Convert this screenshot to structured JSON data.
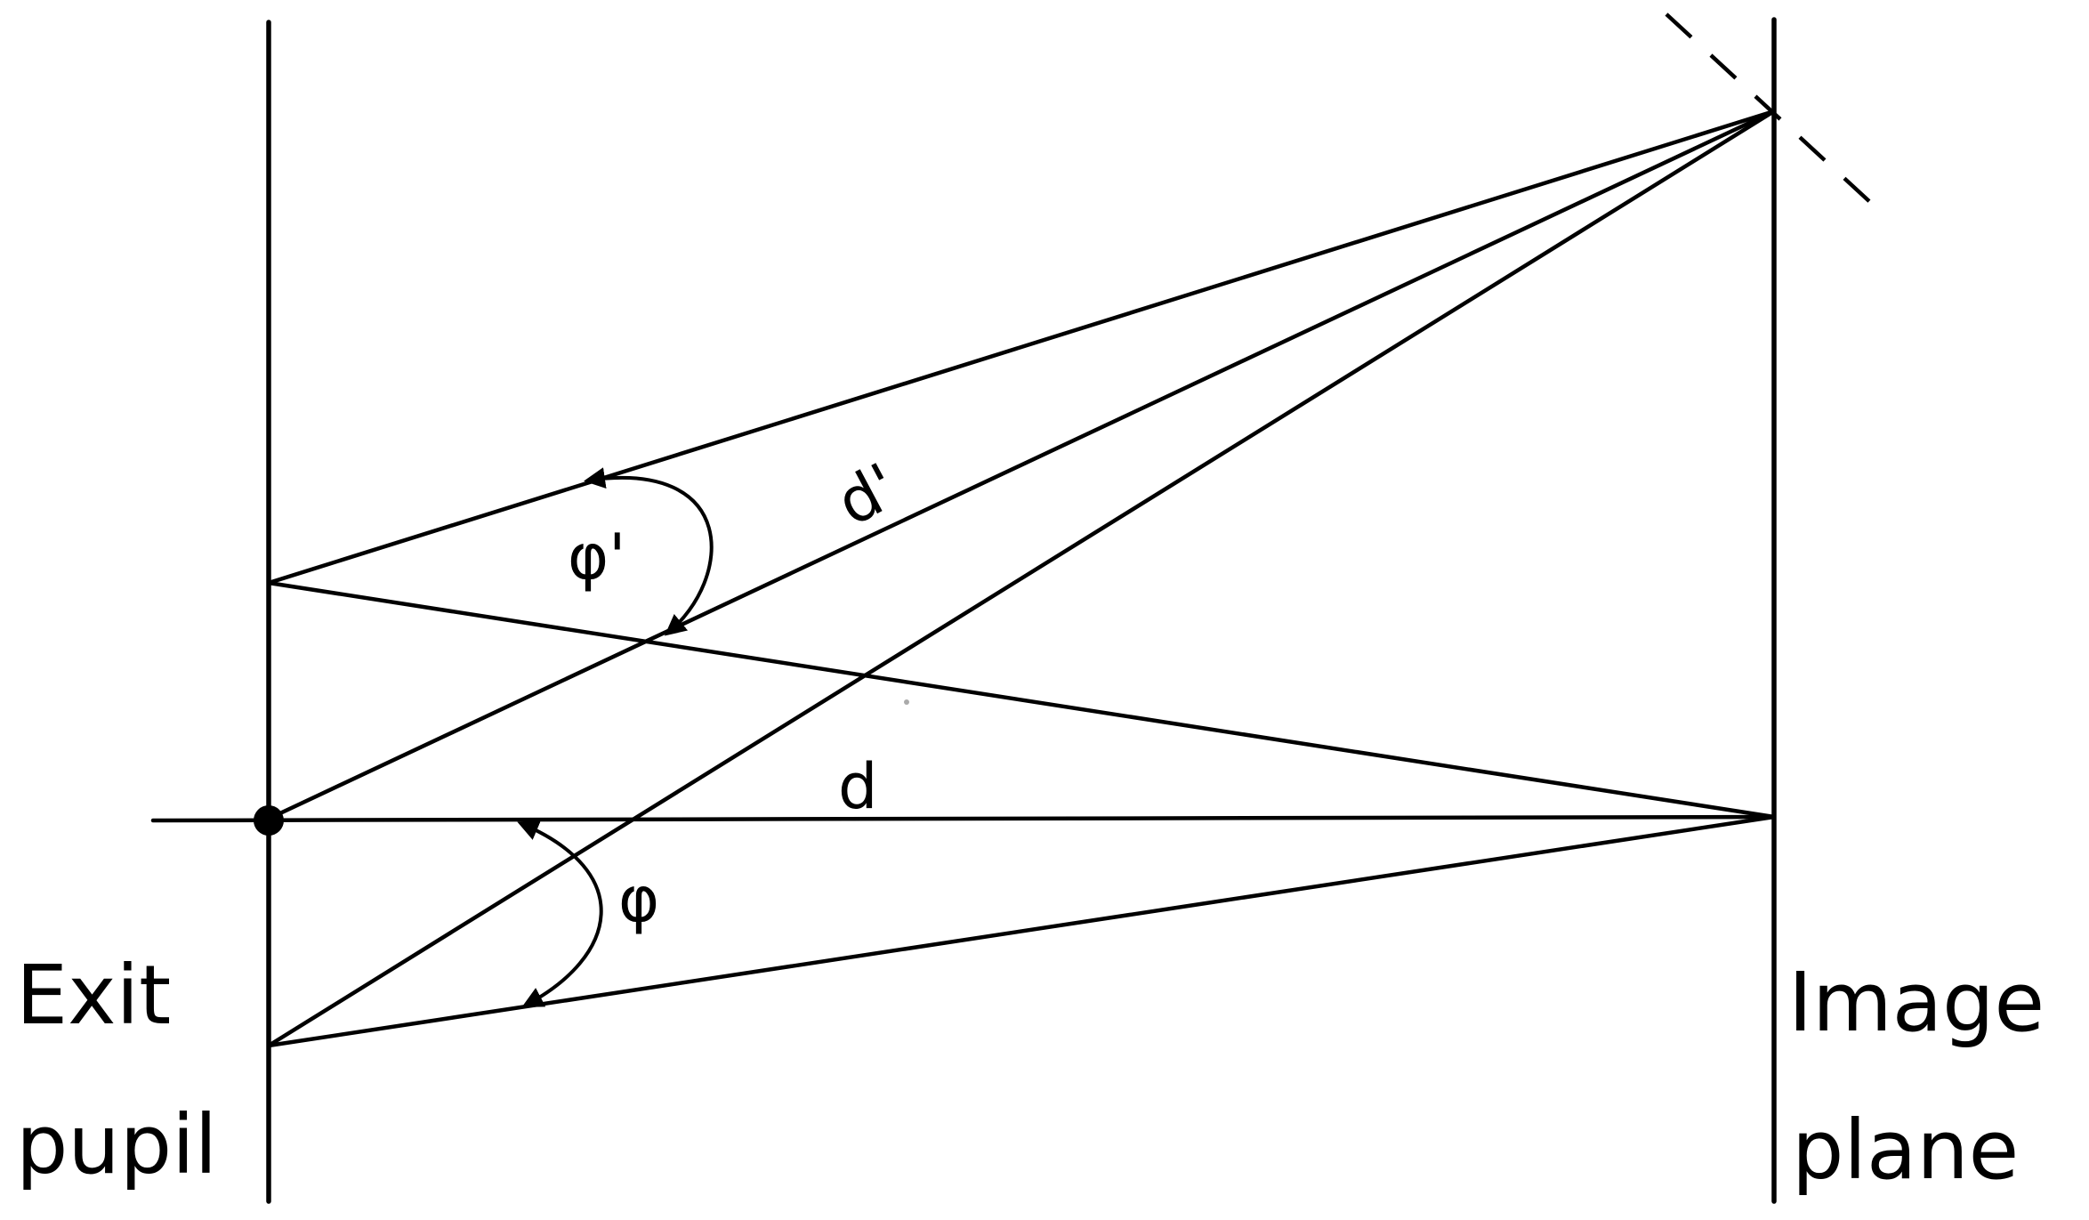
{
  "labels": {
    "exit_pupil_line1": "Exit",
    "exit_pupil_line2": "pupil",
    "image_plane_line1": "Image",
    "image_plane_line2": "plane",
    "d": "d",
    "d_prime": "d'",
    "phi": "φ",
    "phi_prime": "φ'"
  },
  "colors": {
    "stroke": "#000000",
    "background": "#ffffff"
  }
}
